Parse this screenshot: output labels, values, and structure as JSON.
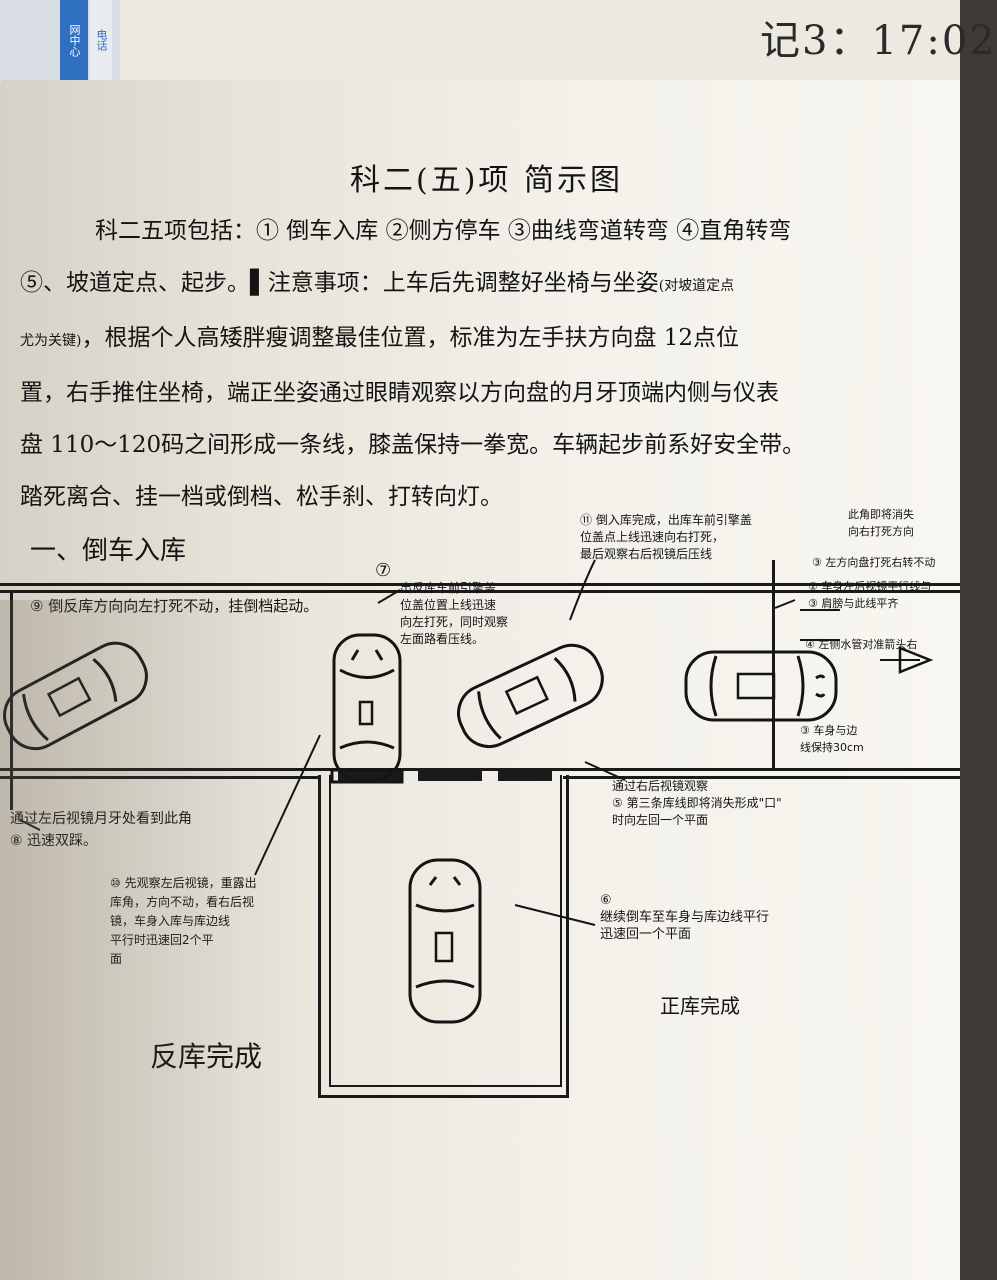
{
  "background": {
    "tab1": "网中心",
    "tab2": "电话",
    "corner_note": "记3：17:02"
  },
  "title": "科二(五)项 简示图",
  "paragraph": {
    "line1": "科二五项包括：① 倒车入库 ②侧方停车 ③曲线弯道转弯 ④直角转弯",
    "line2a": "⑤、坡道定点、起步。▌注意事项：上车后先调整好坐椅与坐姿",
    "line2b": "(对坡道定点",
    "line3a": "尤为关键)",
    "line3b": "，根据个人高矮胖瘦调整最佳位置，标准为左手扶方向盘 12点位",
    "line4": "置，右手推住坐椅，端正坐姿通过眼睛观察以方向盘的月牙顶端内侧与仪表",
    "line5": "盘 110～120码之间形成一条线，膝盖保持一拳宽。车辆起步前系好安全带。",
    "line6": "踏死离合、挂一档或倒档、松手刹、打转向灯。"
  },
  "section_title": "一、倒车入库",
  "notes": {
    "n9": "⑨ 倒反库方向向左打死不动，挂倒档起动。",
    "n7": "出反库车前引擎盖\n位盖位置上线迅速\n向左打死，同时观察\n左面路看压线。",
    "n7_num": "⑦",
    "n11": "⑪ 倒入库完成，出库车前引擎盖\n位盖点上线迅速向右打死，\n最后观察右后视镜后压线",
    "n_right_top": "此角即将消失\n向右打死方向",
    "n1": "③ 左方向盘打死右转不动",
    "n2": "② 车身左后视镜平行线与\n③ 肩膀与此线平齐",
    "n4": "④ 左侧水管对准箭头右",
    "n3": "③ 车身与边\n线保持30cm",
    "n5": "通过右后视镜观察\n⑤ 第三条库线即将消失形成\"口\"\n时向左回一个平面",
    "n6": "⑥\n继续倒车至车身与库边线平行\n迅速回一个平面",
    "n8": "通过左后视镜月牙处看到此角\n⑧ 迅速双踩。",
    "n10": "⑩ 先观察左后视镜，重露出\n库角，方向不动，看右后视\n镜，车身入库与库边线\n平行时迅速回2个平\n面",
    "done_right": "正库完成",
    "done_left": "反库完成"
  }
}
